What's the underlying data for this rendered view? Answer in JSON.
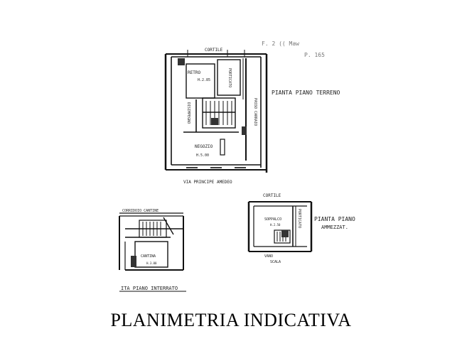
{
  "plan": {
    "title": "PLANIMETRIA INDICATIVA",
    "corner_note_1": "F.  2  (( Maw   ",
    "corner_note_2": "P.  165",
    "ground_floor": {
      "label": "PIANTA PIANO TERRENO",
      "courtyard": "CORTILE",
      "street": "VIA PRINCIPE AMEDEO",
      "storage": "RETRO",
      "storage_height": "H.2.85",
      "porch": "PORTICATO",
      "hall": "DISIMPEGNO",
      "carriage": "PASSO CARRAIO",
      "shop": "NEGOZIO",
      "shop_height": "H.5.00"
    },
    "basement": {
      "label": "ITA PIANO INTERRATO",
      "corridor": "CORRIDOIO CANTINE",
      "cellar": "CANTINA",
      "cellar_height": "H.3.00"
    },
    "mezzanine": {
      "label_1": "PIANTA PIANO",
      "label_2": "AMMEZZAT.",
      "courtyard": "CORTILE",
      "loft": "SOPPALCO",
      "loft_height": "H.2.50",
      "porch": "PORTICATO",
      "stair_void_1": "VANO",
      "stair_void_2": "SCALA"
    }
  }
}
